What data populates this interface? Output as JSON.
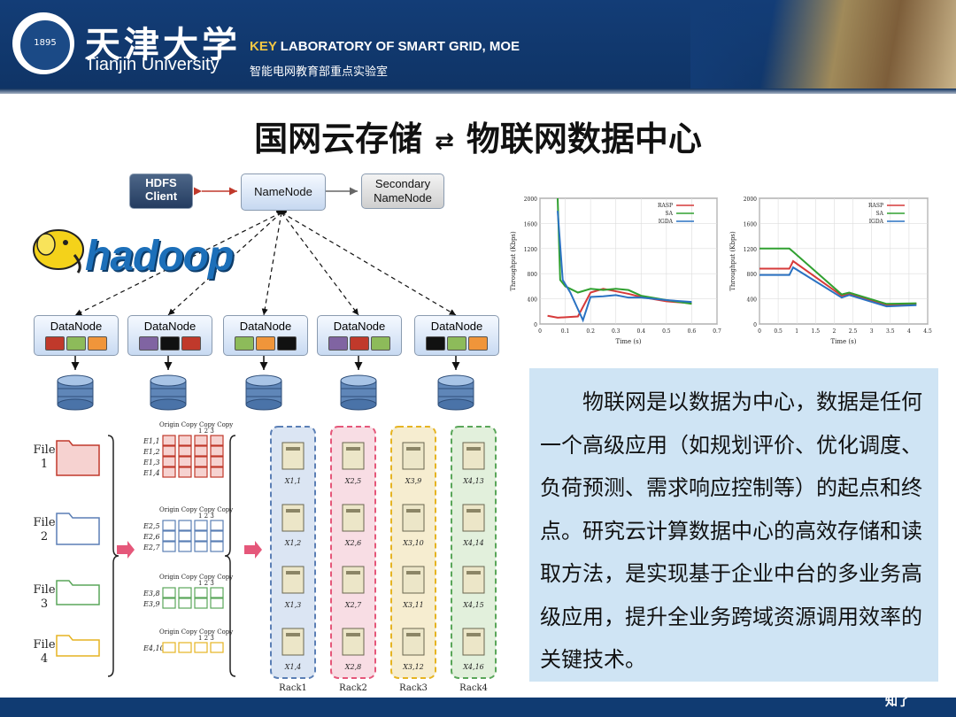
{
  "header": {
    "university_cn": "天津大学",
    "university_en": "Tianjin University",
    "lab_en_key": "KEY",
    "lab_en_rest": " LABORATORY OF SMART GRID, MOE",
    "lab_cn": "智能电网教育部重点实验室",
    "badge_text": "1895"
  },
  "title": {
    "left": "国网云存储",
    "arrow": "⇄",
    "right": "物联网数据中心"
  },
  "diagram": {
    "hdfs_client": "HDFS Client",
    "namenode": "NameNode",
    "secondary_namenode": "Secondary NameNode",
    "hadoop_logo": "hadoop",
    "datanode_label": "DataNode",
    "files": [
      "File 1",
      "File 2",
      "File 3",
      "File 4"
    ],
    "racks": [
      "Rack1",
      "Rack2",
      "Rack3",
      "Rack4"
    ],
    "copy_header": "Origin Copy Copy Copy",
    "copy_nums": "1 2 3",
    "rack_items": [
      [
        "X1,1",
        "X1,2",
        "X1,3",
        "X1,4"
      ],
      [
        "X2,5",
        "X2,6",
        "X2,7",
        "X2,8"
      ],
      [
        "X3,9",
        "X3,10",
        "X3,11",
        "X3,12"
      ],
      [
        "X4,13",
        "X4,14",
        "X4,15",
        "X4,16"
      ]
    ],
    "e_labels": [
      [
        "E1,1",
        "E1,2",
        "E1,3",
        "E1,4"
      ],
      [
        "E2,5",
        "E2,6",
        "E2,7"
      ],
      [
        "E3,8",
        "E3,9"
      ],
      [
        "E4,10"
      ]
    ],
    "colors": {
      "red": "#c0392b",
      "green": "#8dbb5a",
      "orange": "#f0953a",
      "purple": "#8064a2",
      "black": "#111111"
    }
  },
  "charts": [
    {
      "type": "line",
      "xlabel": "Time (s)",
      "ylabel": "Throughput (Kbps)",
      "xticks": [
        "0",
        "0.1",
        "0.2",
        "0.3",
        "0.4",
        "0.5",
        "0.6",
        "0.7"
      ],
      "yticks": [
        "0",
        "400",
        "800",
        "1200",
        "1600",
        "2000"
      ],
      "xlim": [
        0,
        0.7
      ],
      "ylim": [
        0,
        2000
      ],
      "legend": [
        "RASP",
        "SA",
        "IGDA"
      ],
      "legend_position": "top-right",
      "series": [
        {
          "name": "RASP",
          "color": "#d63a3a",
          "points": [
            [
              0.03,
              130
            ],
            [
              0.07,
              100
            ],
            [
              0.15,
              120
            ],
            [
              0.2,
              500
            ],
            [
              0.25,
              560
            ],
            [
              0.3,
              520
            ],
            [
              0.35,
              480
            ],
            [
              0.4,
              430
            ],
            [
              0.5,
              360
            ],
            [
              0.6,
              330
            ]
          ]
        },
        {
          "name": "SA",
          "color": "#30a030",
          "points": [
            [
              0.07,
              2000
            ],
            [
              0.08,
              700
            ],
            [
              0.1,
              600
            ],
            [
              0.15,
              500
            ],
            [
              0.2,
              560
            ],
            [
              0.25,
              540
            ],
            [
              0.3,
              560
            ],
            [
              0.35,
              540
            ],
            [
              0.4,
              450
            ],
            [
              0.5,
              380
            ],
            [
              0.6,
              320
            ]
          ]
        },
        {
          "name": "IGDA",
          "color": "#2a72c2",
          "points": [
            [
              0.07,
              1800
            ],
            [
              0.09,
              700
            ],
            [
              0.12,
              500
            ],
            [
              0.17,
              60
            ],
            [
              0.2,
              430
            ],
            [
              0.25,
              440
            ],
            [
              0.3,
              460
            ],
            [
              0.35,
              420
            ],
            [
              0.4,
              420
            ],
            [
              0.5,
              380
            ],
            [
              0.6,
              350
            ]
          ]
        }
      ]
    },
    {
      "type": "line",
      "xlabel": "Time (s)",
      "ylabel": "Throughput (Kbps)",
      "xticks": [
        "0",
        "0.5",
        "1",
        "1.5",
        "2",
        "2.5",
        "3",
        "3.5",
        "4",
        "4.5"
      ],
      "yticks": [
        "0",
        "400",
        "800",
        "1200",
        "1600",
        "2000"
      ],
      "xlim": [
        0,
        4.5
      ],
      "ylim": [
        0,
        2000
      ],
      "legend": [
        "RASP",
        "SA",
        "IGDA"
      ],
      "legend_position": "top-right",
      "series": [
        {
          "name": "RASP",
          "color": "#d63a3a",
          "points": [
            [
              0,
              880
            ],
            [
              0.8,
              880
            ],
            [
              0.9,
              1000
            ],
            [
              2.2,
              450
            ],
            [
              2.4,
              480
            ],
            [
              3.4,
              300
            ],
            [
              4.2,
              320
            ]
          ]
        },
        {
          "name": "SA",
          "color": "#30a030",
          "points": [
            [
              0,
              1200
            ],
            [
              0.8,
              1200
            ],
            [
              0.9,
              1150
            ],
            [
              2.2,
              470
            ],
            [
              2.4,
              500
            ],
            [
              3.4,
              320
            ],
            [
              4.2,
              330
            ]
          ]
        },
        {
          "name": "IGDA",
          "color": "#2a72c2",
          "points": [
            [
              0,
              780
            ],
            [
              0.8,
              780
            ],
            [
              0.9,
              900
            ],
            [
              2.2,
              420
            ],
            [
              2.4,
              460
            ],
            [
              3.4,
              280
            ],
            [
              4.2,
              300
            ]
          ]
        }
      ]
    }
  ],
  "body_text": "物联网是以数据为中心，数据是任何一个高级应用（如规划评价、优化调度、负荷预测、需求响应控制等）的起点和终点。研究云计算数据中心的高效存储和读取方法，是实现基于企业中台的多业务高级应用，提升全业务跨域资源调用效率的关键技术。",
  "footer": {
    "logo": "知了"
  }
}
